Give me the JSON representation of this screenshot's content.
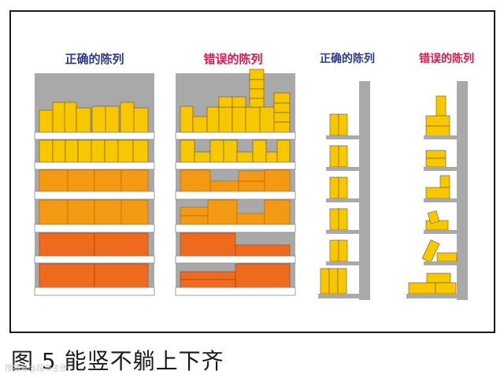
{
  "panels": [
    {
      "title": "正确的陈列",
      "title_color": "#2b3a8c"
    },
    {
      "title": "错误的陈列",
      "title_color": "#e0174f"
    },
    {
      "title": "正确的陈列",
      "title_color": "#2b3a8c"
    },
    {
      "title": "错误的陈列",
      "title_color": "#e0174f"
    }
  ],
  "caption": "图 5  能竖不躺上下齐",
  "watermark": "搜狐号@超市主张",
  "colors": {
    "yellow": "#f7c800",
    "orange": "#f39a12",
    "red_orange": "#ee6a1c",
    "cabinet_bg": "#a9a9a9",
    "shelf": "#ffffff",
    "box_stroke": "#7a5200"
  }
}
